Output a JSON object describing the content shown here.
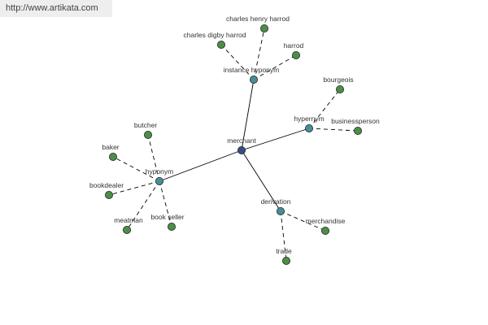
{
  "header": {
    "url": "http://www.artikata.com"
  },
  "colors": {
    "root_node": "#384a8a",
    "relation_node": "#4a8c9a",
    "leaf_node": "#4e8c48",
    "edge": "#000000"
  },
  "graph": {
    "root": {
      "id": "merchant",
      "label": "merchant"
    },
    "relations": [
      {
        "id": "instance-hyponym",
        "label": "instance hyponym"
      },
      {
        "id": "hypernym",
        "label": "hypernym"
      },
      {
        "id": "hyponym",
        "label": "hyponym"
      },
      {
        "id": "derivation",
        "label": "derivation"
      }
    ],
    "leaves": [
      {
        "id": "charles-henry-harrod",
        "label": "charles henry harrod",
        "parent": "instance-hyponym"
      },
      {
        "id": "charles-digby-harrod",
        "label": "charles digby harrod",
        "parent": "instance-hyponym"
      },
      {
        "id": "harrod",
        "label": "harrod",
        "parent": "instance-hyponym"
      },
      {
        "id": "bourgeois",
        "label": "bourgeois",
        "parent": "hypernym"
      },
      {
        "id": "businessperson",
        "label": "businessperson",
        "parent": "hypernym"
      },
      {
        "id": "butcher",
        "label": "butcher",
        "parent": "hyponym"
      },
      {
        "id": "baker",
        "label": "baker",
        "parent": "hyponym"
      },
      {
        "id": "bookdealer",
        "label": "bookdealer",
        "parent": "hyponym"
      },
      {
        "id": "meatman",
        "label": "meatman",
        "parent": "hyponym"
      },
      {
        "id": "book-seller",
        "label": "book seller",
        "parent": "hyponym"
      },
      {
        "id": "merchandise",
        "label": "merchandise",
        "parent": "derivation"
      },
      {
        "id": "trade",
        "label": "trade",
        "parent": "derivation"
      }
    ]
  }
}
